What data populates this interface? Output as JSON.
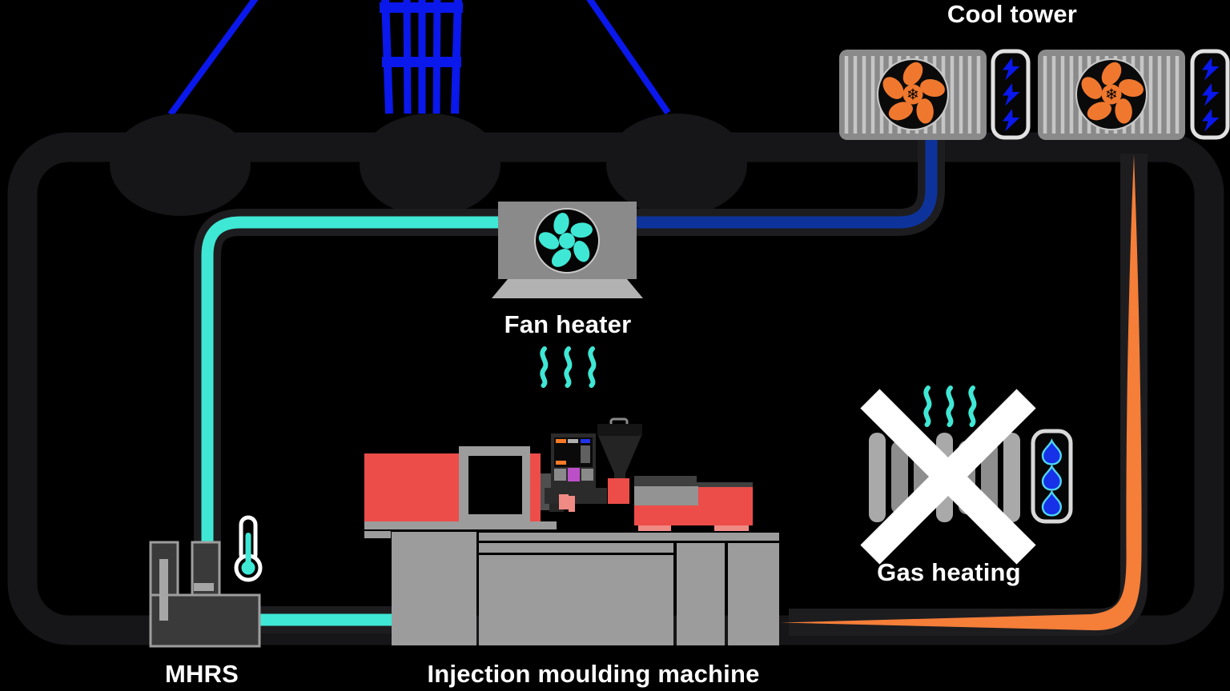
{
  "diagram": {
    "title_labels": {
      "cool_tower": "Cool tower",
      "fan_heater": "Fan heater",
      "gas_heating": "Gas heating",
      "mhrs": "MHRS",
      "injection_moulding_machine": "Injection moulding machine"
    },
    "icons": {
      "snowflake_glyph": "❄",
      "names": [
        "pylon-icon",
        "power-line-icon",
        "fan-icon",
        "snowflake-icon",
        "lightning-bolt-icon",
        "heat-waves-icon",
        "gas-flame-icon",
        "thermometer-icon",
        "cross-icon",
        "hopper-icon"
      ]
    },
    "colors": {
      "background": "#000000",
      "building_outline": "#161618",
      "pipe_casing": "#1d1d20",
      "electricity_blue": "#0a18ec",
      "cool_water_pipe": "#0d339b",
      "warm_water_pipe": "#3fe8d5",
      "hot_exhaust_pipe": "#f57e38",
      "machine_red": "#ec4d49",
      "machine_gray": "#9c9c9c",
      "radiator_gray": "#a9a9a9",
      "label_text": "#ffffff",
      "cross_white": "#ffffff",
      "purple_button": "#bc4fc8"
    }
  }
}
